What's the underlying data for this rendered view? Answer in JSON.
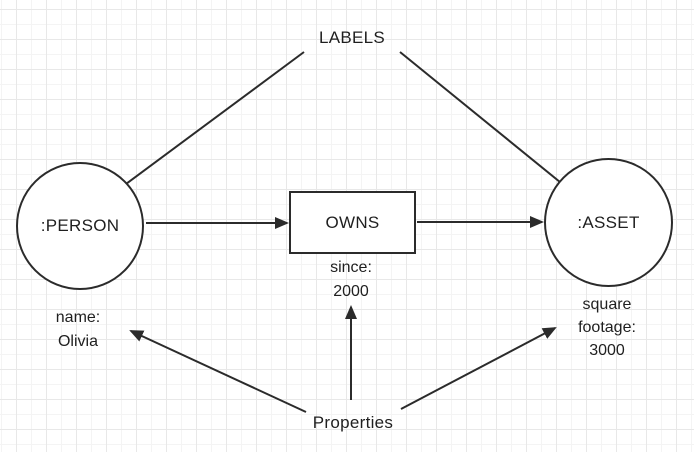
{
  "canvas": {
    "background_color": "#ffffff",
    "grid_minor_color": "#f4f4f4",
    "grid_major_color": "#e8e8e8",
    "stroke_color": "#2b2b2b",
    "text_color": "#1f1f1f"
  },
  "diagram": {
    "labels_caption": "LABELS",
    "properties_caption": "Properties",
    "nodes": {
      "person": {
        "label": ":PERSON",
        "shape": "circle"
      },
      "owns": {
        "label": "OWNS",
        "shape": "rectangle"
      },
      "asset": {
        "label": ":ASSET",
        "shape": "circle"
      }
    },
    "property_texts": {
      "owns_since": "since:\n2000",
      "person_name": "name:\nOlivia",
      "asset_square_footage": "square\nfootage:\n3000"
    },
    "connections": [
      {
        "from": "LABELS",
        "to": ":PERSON"
      },
      {
        "from": "LABELS",
        "to": ":ASSET"
      },
      {
        "from": ":PERSON",
        "to": "OWNS"
      },
      {
        "from": "OWNS",
        "to": ":ASSET"
      },
      {
        "from": "Properties",
        "to": "name: Olivia"
      },
      {
        "from": "Properties",
        "to": "since: 2000"
      },
      {
        "from": "Properties",
        "to": "square footage: 3000"
      }
    ]
  }
}
